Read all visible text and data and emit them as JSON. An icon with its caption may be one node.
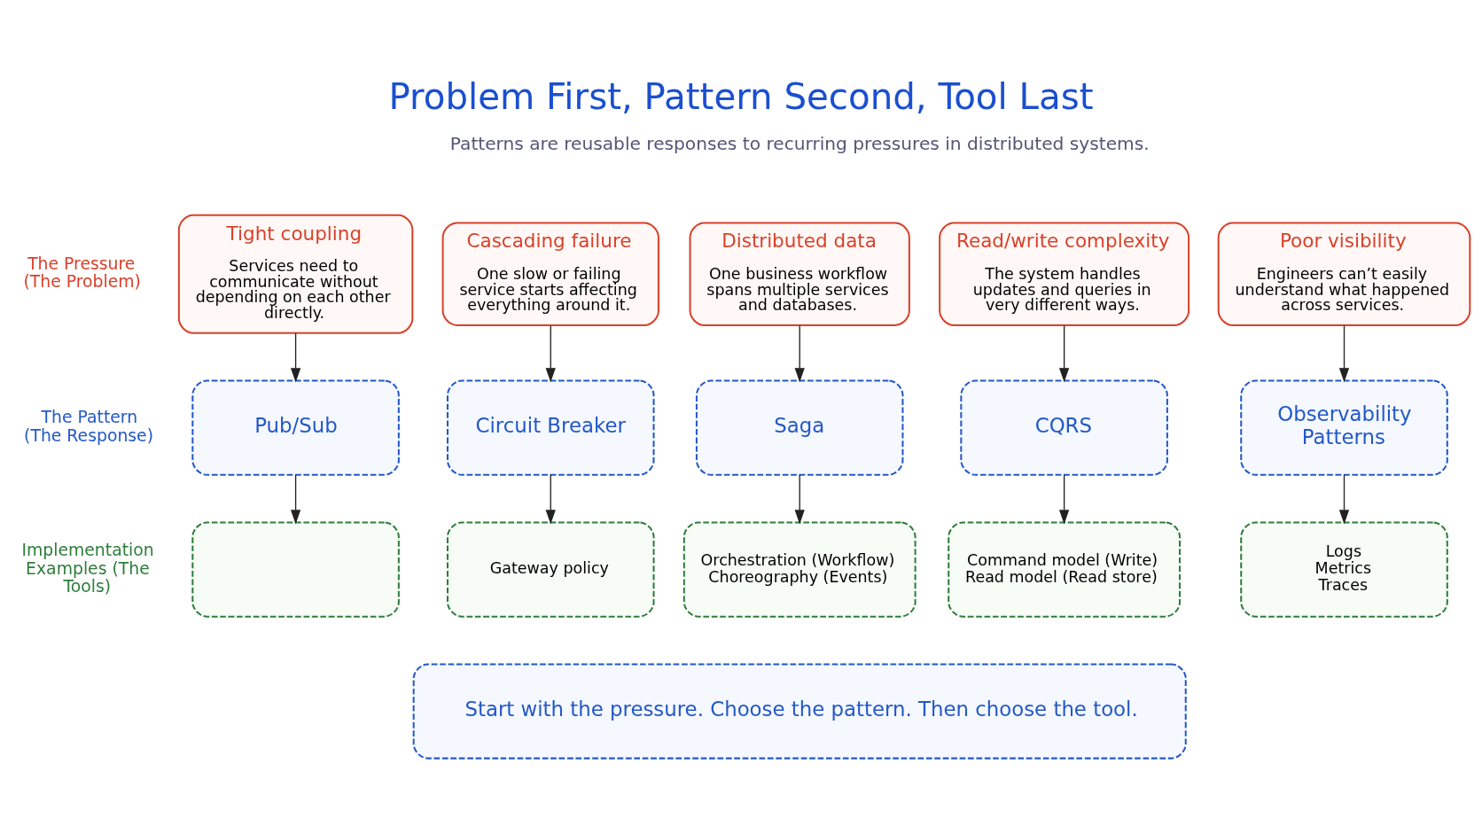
{
  "diagram": {
    "title": "Problem First, Pattern Second, Tool Last",
    "nodes": [
      {
        "text": [
          "Tight coupling",
          "Services need to communicate without depending on each other directly."
        ]
      },
      {
        "text": [
          "Cascading failure",
          "One slow or failing service starts affecting everything around it."
        ]
      },
      {
        "text": [
          "Distributed data",
          "One business workflow spans multiple services and databases."
        ]
      },
      {
        "text": [
          "Read/write complexity",
          "The system handles updates and queries in very different ways."
        ]
      },
      {
        "text": [
          "Poor visibility",
          "Engineers can’t easily understand what happened across services."
        ]
      },
      {
        "text": [
          "Pub/Sub"
        ]
      },
      {
        "text": [
          "Circuit Breaker"
        ]
      },
      {
        "text": [
          "Saga"
        ]
      },
      {
        "text": [
          "CQRS"
        ]
      },
      {
        "text": [
          "Observability Patterns"
        ]
      },
      {
        "text": [],
        "shape": "box"
      },
      {
        "text": [
          "Gateway policy"
        ]
      },
      {
        "text": [
          "Orchestration (Workflow)",
          "Choreography (Events)"
        ]
      },
      {
        "text": [
          "Command model (Write)",
          "Read model (Read store)"
        ]
      },
      {
        "text": [
          "Logs",
          "Metrics",
          "Traces"
        ]
      },
      {
        "text": [
          "Start with the pressure. Choose the pattern. Then choose the tool."
        ]
      }
    ],
    "edges": [
      {
        "from": 0,
        "to": 5,
        "arrow": "to"
      },
      {
        "from": 1,
        "to": 6,
        "arrow": "to"
      },
      {
        "from": 2,
        "to": 7,
        "arrow": "to"
      },
      {
        "from": 3,
        "to": 8,
        "arrow": "to"
      },
      {
        "from": 4,
        "to": 9,
        "arrow": "to"
      },
      {
        "from": 5,
        "to": 10,
        "arrow": "to"
      },
      {
        "from": 6,
        "to": 11,
        "arrow": "to"
      },
      {
        "from": 7,
        "to": 12,
        "arrow": "to"
      },
      {
        "from": 8,
        "to": 13,
        "arrow": "to"
      },
      {
        "from": 9,
        "to": 14,
        "arrow": "to"
      }
    ],
    "labels": [
      "Patterns are reusable responses to recurring pressures in distributed systems.",
      "The Pressure (The Problem)",
      "The Pattern (The Response)",
      "Implementation Examples (The Tools)"
    ]
  }
}
